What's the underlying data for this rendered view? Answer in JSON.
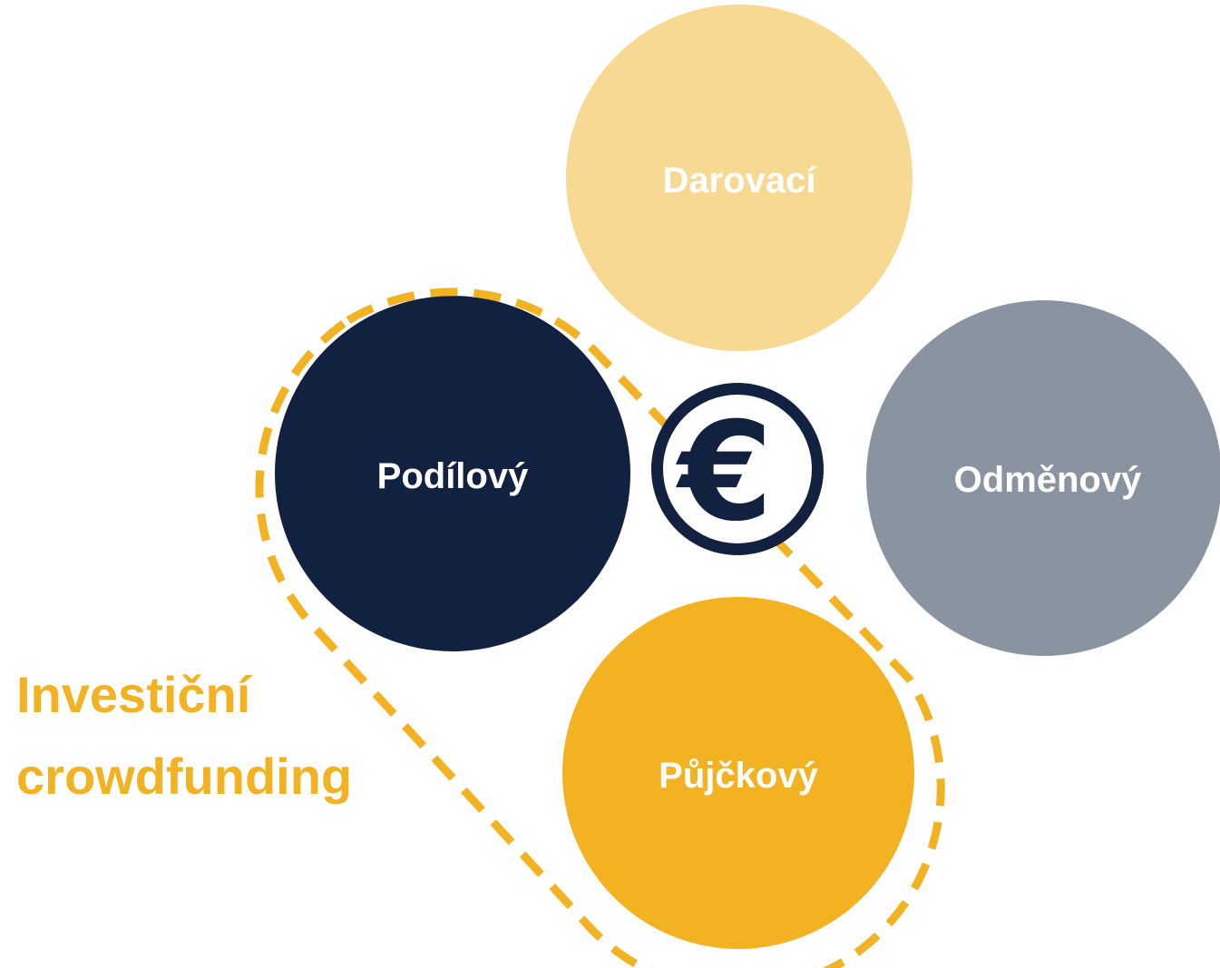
{
  "colors": {
    "darovaci": "#F8D991",
    "podilovy": "#11213F",
    "odmenovy": "#8A93A0",
    "pujckovy": "#F2B222",
    "accent": "#F2B222",
    "icon": "#11213F",
    "label_text": "#FFFFFF"
  },
  "circles": {
    "darovaci": {
      "label": "Darovací"
    },
    "podilovy": {
      "label": "Podílový"
    },
    "odmenovy": {
      "label": "Odměnový"
    },
    "pujckovy": {
      "label": "Půjčkový"
    }
  },
  "center_icon": {
    "name": "euro-coin-icon",
    "symbol": "€"
  },
  "group": {
    "label_line1": "Investiční",
    "label_line2": "crowdfunding"
  }
}
